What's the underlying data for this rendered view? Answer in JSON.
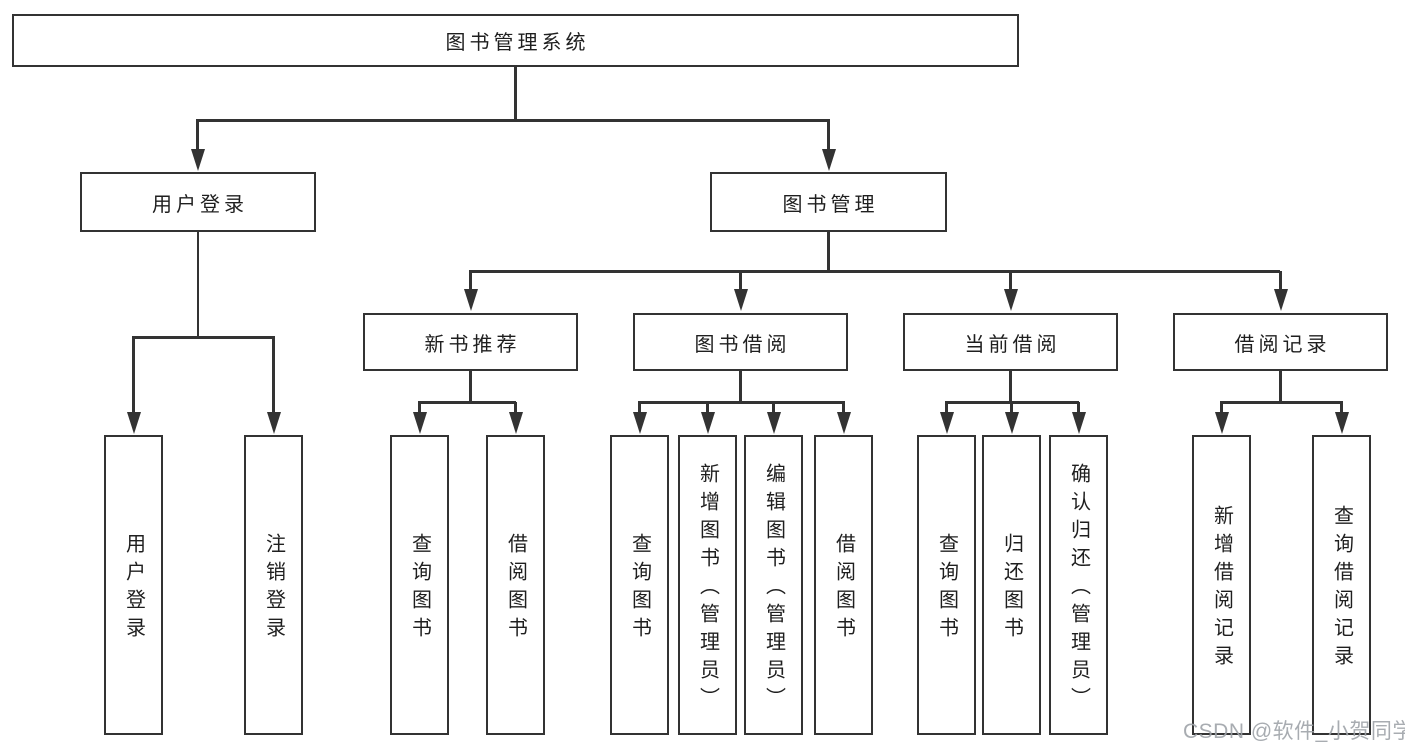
{
  "nodes": {
    "root": "图书管理系统",
    "branch_user_login": "用户登录",
    "branch_book_mgmt": "图书管理",
    "section_new_book_rec": "新书推荐",
    "section_book_borrow": "图书借阅",
    "section_current_borrow": "当前借阅",
    "section_borrow_record": "借阅记录",
    "leaf_user_login": "用户登录",
    "leaf_logout": "注销登录",
    "leaf_nbr_query_book": "查询图书",
    "leaf_nbr_borrow_book": "借阅图书",
    "leaf_bb_query_book": "查询图书",
    "leaf_bb_add_book": "新增图书（管理员）",
    "leaf_bb_edit_book": "编辑图书（管理员）",
    "leaf_bb_borrow_book": "借阅图书",
    "leaf_cb_query_book": "查询图书",
    "leaf_cb_return_book": "归还图书",
    "leaf_cb_confirm_return": "确认归还（管理员）",
    "leaf_br_add_record": "新增借阅记录",
    "leaf_br_query_record": "查询借阅记录"
  },
  "watermark": "CSDN @软件_小贺同学",
  "colors": {
    "line": "#333333",
    "box_background": "#ffffff",
    "text": "#1f1f1f",
    "watermark_text": "#9ea3a9"
  }
}
